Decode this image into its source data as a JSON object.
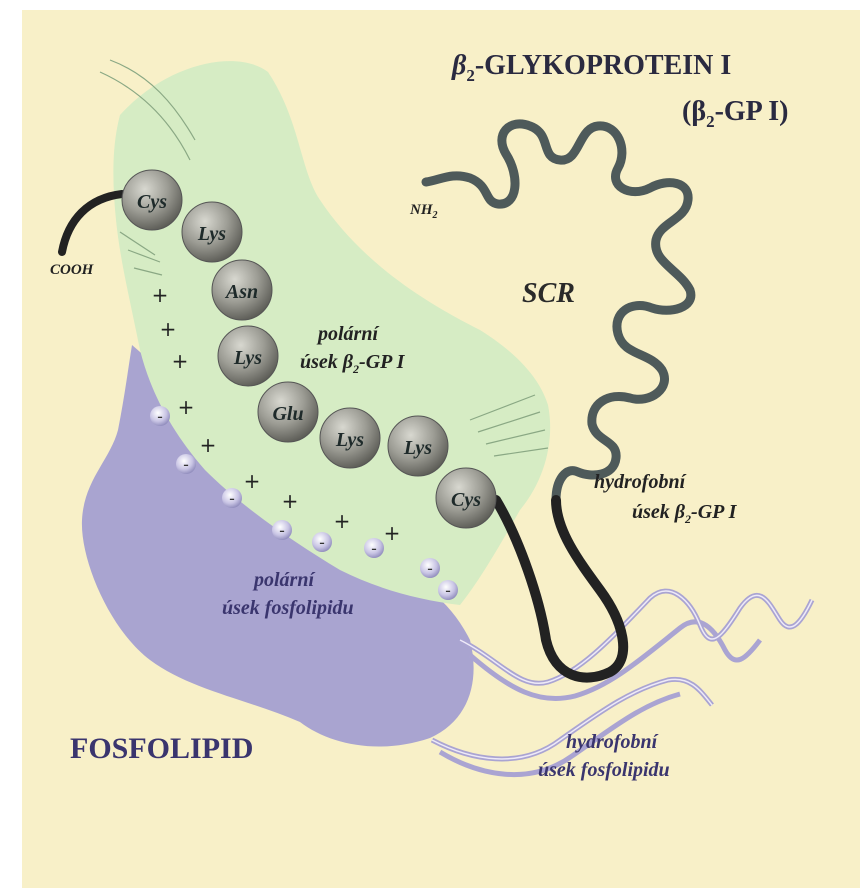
{
  "title": {
    "line1_beta": "β",
    "line1_sub": "2",
    "line1_rest": "-GLYKOPROTEIN I",
    "line2_open": "(β",
    "line2_sub": "2",
    "line2_rest": "-GP I)"
  },
  "termini": {
    "nh2": "NH",
    "nh2_sub": "2",
    "cooh": "COOH"
  },
  "scr_label": "SCR",
  "residues": [
    "Cys",
    "Lys",
    "Asn",
    "Lys",
    "Glu",
    "Lys",
    "Lys",
    "Cys"
  ],
  "labels": {
    "polar_gp_1": "polární",
    "polar_gp_2a": "úsek ",
    "polar_gp_2b": "β",
    "polar_gp_2sub": "2",
    "polar_gp_2c": "-GP I",
    "hydro_gp_1": "hydrofobní",
    "hydro_gp_2a": "úsek ",
    "hydro_gp_2b": "β",
    "hydro_gp_2sub": "2",
    "hydro_gp_2c": "-GP I",
    "polar_pl_1": "polární",
    "polar_pl_2": "úsek fosfolipidu",
    "hydro_pl_1": "hydrofobní",
    "hydro_pl_2": "úsek fosfolipidu",
    "fosfolipid": "FOSFOLIPID"
  },
  "charges": {
    "plus": "+",
    "minus": "-"
  },
  "colors": {
    "background": "#f8f0c8",
    "green_region": "#d6ecc4",
    "purple_region": "#a9a4d0",
    "chain_dark": "#222222",
    "chain_grey": "#4e5a5a",
    "sphere": "#9c9c94",
    "title_text": "#2a2a40",
    "fosfolipid_text": "#3a356e"
  }
}
